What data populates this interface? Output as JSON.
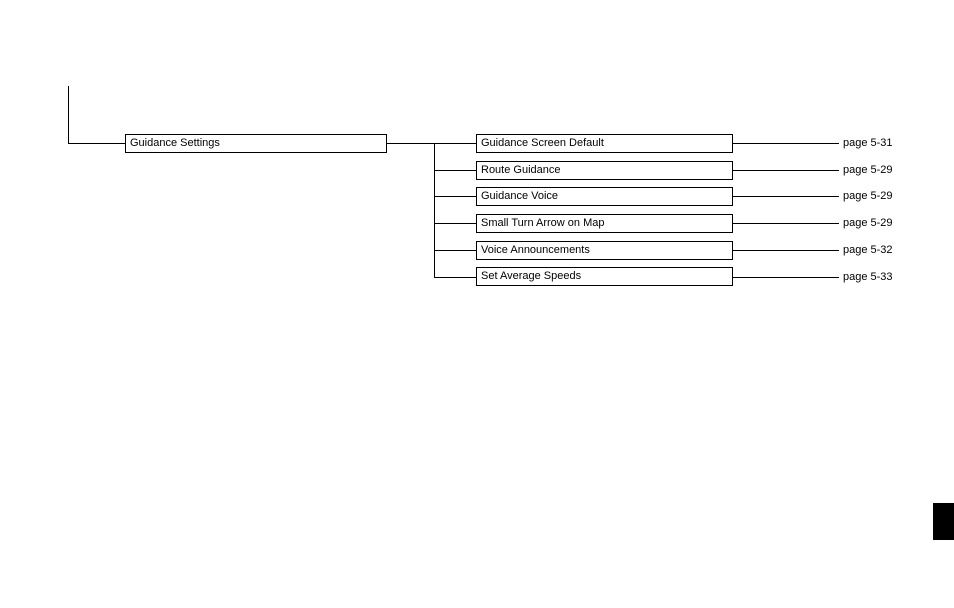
{
  "menu": {
    "parent_label": "Guidance Settings",
    "items": [
      {
        "label": "Guidance Screen Default",
        "page": "page 5-31"
      },
      {
        "label": "Route Guidance",
        "page": "page 5-29"
      },
      {
        "label": "Guidance Voice",
        "page": "page 5-29"
      },
      {
        "label": "Small Turn Arrow on Map",
        "page": "page 5-29"
      },
      {
        "label": "Voice Announcements",
        "page": "page 5-32"
      },
      {
        "label": "Set Average Speeds",
        "page": "page 5-33"
      }
    ]
  },
  "colors": {
    "line": "#000000",
    "background": "#ffffff",
    "tab_marker": "#000000"
  }
}
